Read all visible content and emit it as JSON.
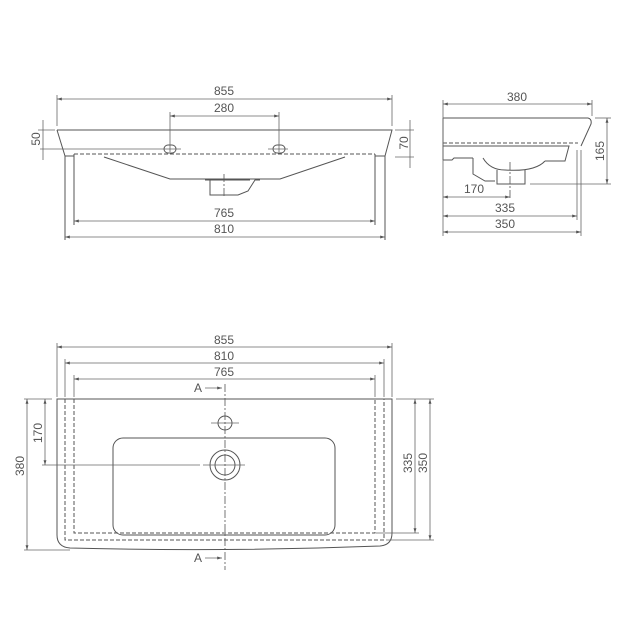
{
  "front_view": {
    "overall_width": "855",
    "tap_holes_spacing": "280",
    "rim_height": "50",
    "total_height": "70",
    "inner_width_765": "765",
    "inner_width_810": "810"
  },
  "side_view": {
    "overall_depth": "380",
    "height": "165",
    "drain_offset": "170",
    "depth_335": "335",
    "depth_350": "350"
  },
  "top_view": {
    "overall_width": "855",
    "width_810": "810",
    "width_765": "765",
    "depth_380": "380",
    "drain_offset": "170",
    "depth_335": "335",
    "depth_350": "350",
    "section_label_top": "A",
    "section_label_bottom": "A"
  }
}
